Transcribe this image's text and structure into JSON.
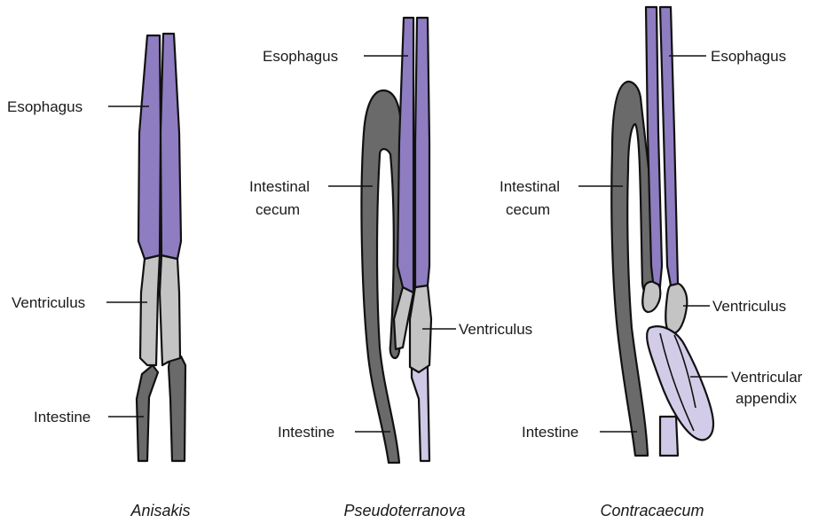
{
  "colors": {
    "esophagus": "#8f7dc2",
    "ventriculus": "#c4c4c4",
    "intestine": "#6a6a6a",
    "ventricular_appendix": "#d3cce8",
    "pale_intestine": "#cfc8e6",
    "outline": "#111111"
  },
  "diagrams": [
    {
      "genus": "Anisakis",
      "labels": {
        "esophagus": "Esophagus",
        "ventriculus": "Ventriculus",
        "intestine": "Intestine"
      }
    },
    {
      "genus": "Pseudoterranova",
      "labels": {
        "esophagus": "Esophagus",
        "intestinal_cecum_1": "Intestinal",
        "intestinal_cecum_2": "cecum",
        "ventriculus": "Ventriculus",
        "intestine": "Intestine"
      }
    },
    {
      "genus": "Contracaecum",
      "labels": {
        "esophagus": "Esophagus",
        "intestinal_cecum_1": "Intestinal",
        "intestinal_cecum_2": "cecum",
        "ventriculus": "Ventriculus",
        "ventricular_appendix_1": "Ventricular",
        "ventricular_appendix_2": "appendix",
        "intestine": "Intestine"
      }
    }
  ]
}
